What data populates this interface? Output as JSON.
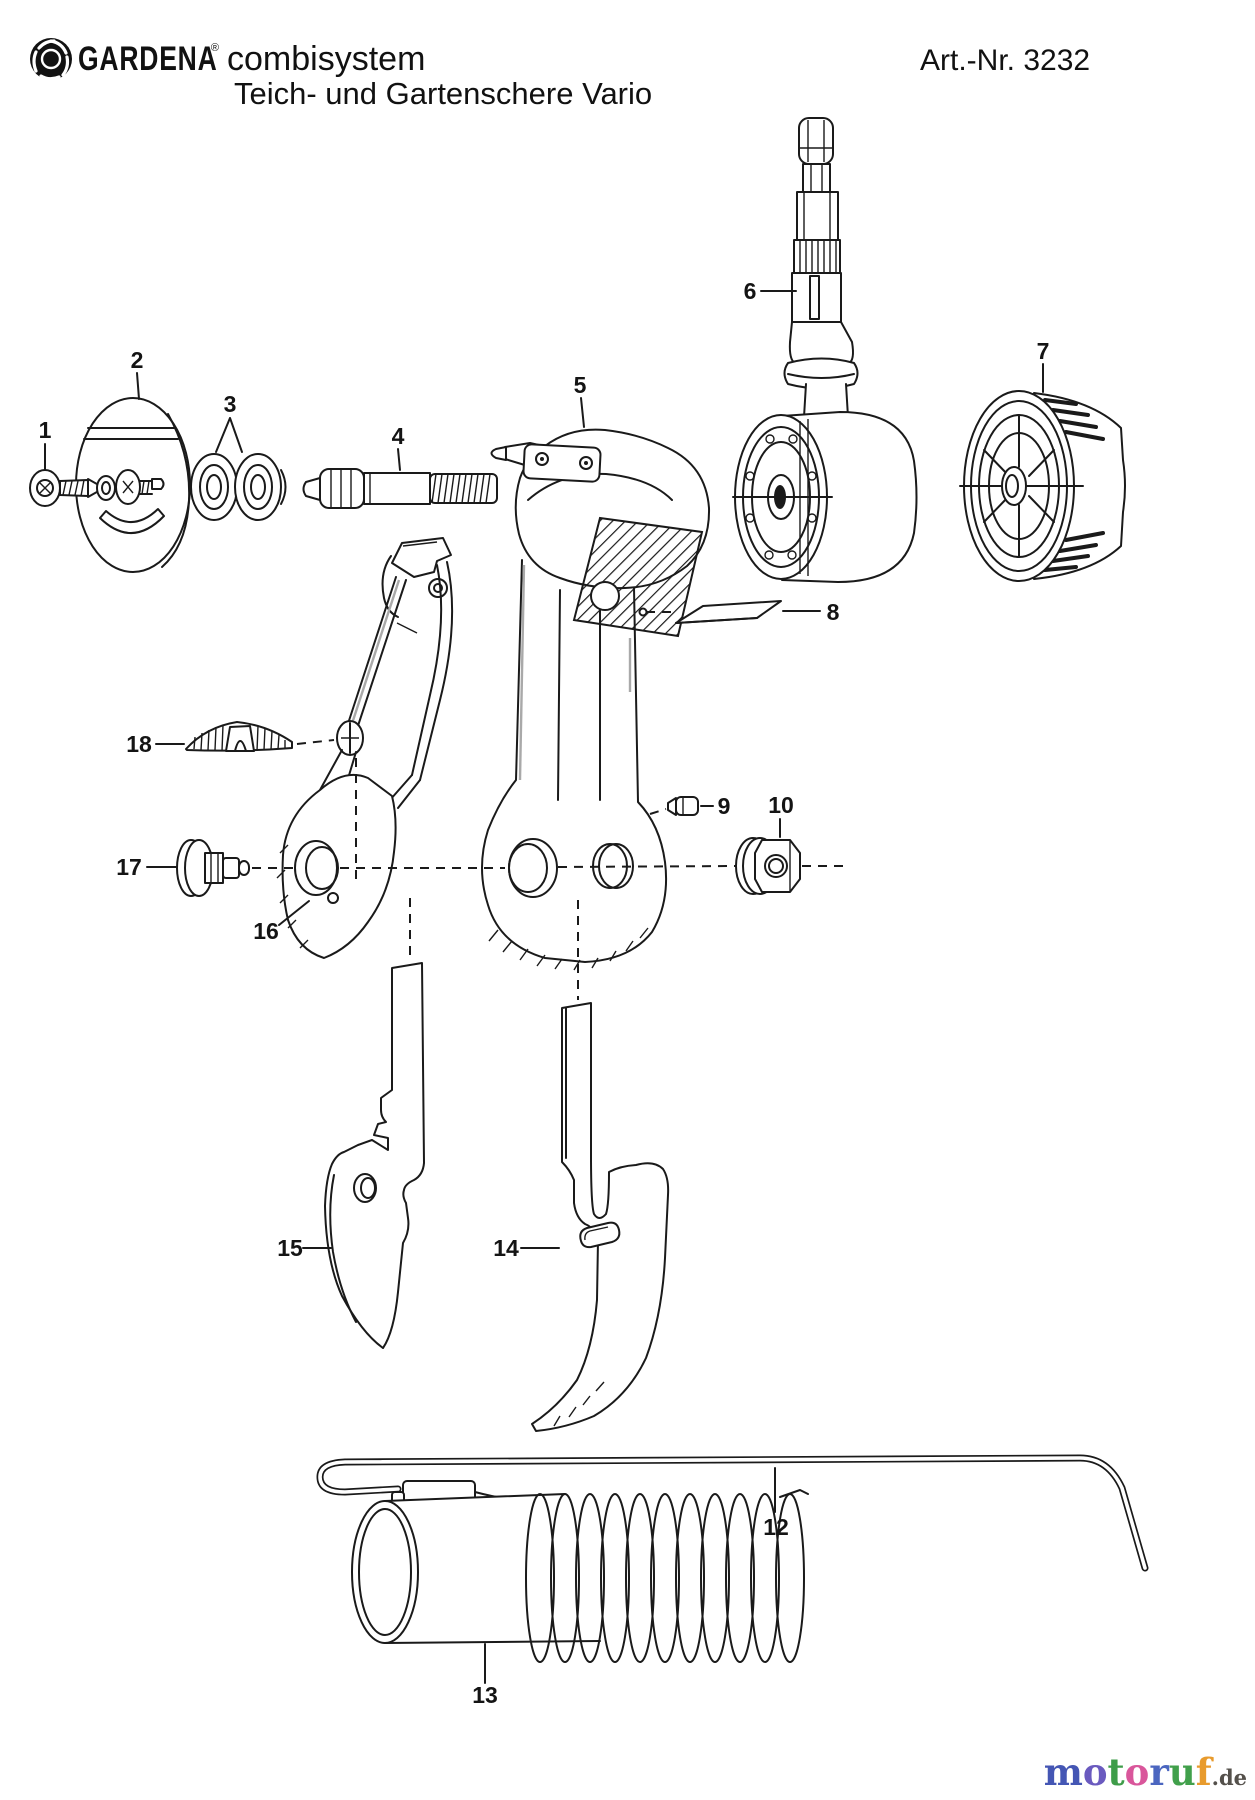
{
  "header": {
    "brand": "GARDENA",
    "brand_mark": "®",
    "product_line": "combisystem",
    "product_name": "Teich- und Gartenschere Vario",
    "article_number": "Art.-Nr. 3232"
  },
  "diagram": {
    "type": "exploded-parts-diagram",
    "part_numbers": {
      "p1": "1",
      "p2": "2",
      "p3": "3",
      "p4": "4",
      "p5": "5",
      "p6": "6",
      "p7": "7",
      "p8": "8",
      "p9": "9",
      "p10": "10",
      "p12": "12",
      "p13": "13",
      "p14": "14",
      "p15": "15",
      "p16": "16",
      "p17": "17",
      "p18": "18"
    }
  },
  "watermark": {
    "letters": [
      {
        "char": "m",
        "color": "#4456b4"
      },
      {
        "char": "o",
        "color": "#6a5abf"
      },
      {
        "char": "t",
        "color": "#3e9c49"
      },
      {
        "char": "o",
        "color": "#d9569b"
      },
      {
        "char": "r",
        "color": "#4b66c0"
      },
      {
        "char": "u",
        "color": "#41a04b"
      },
      {
        "char": "f",
        "color": "#e89b2d"
      }
    ],
    "suffix": ".de"
  }
}
